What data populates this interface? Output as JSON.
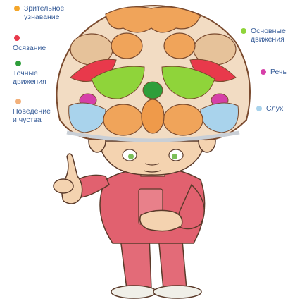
{
  "legend": [
    {
      "id": "visual",
      "line1": "Зрительное",
      "line2": "узнавание",
      "color": "#f4a62a"
    },
    {
      "id": "touch",
      "line1": "Осязание",
      "line2": "",
      "color": "#e8394b"
    },
    {
      "id": "fine",
      "line1": "Точные",
      "line2": "движения",
      "color": "#2e9e3a"
    },
    {
      "id": "behavior",
      "line1": "Поведение",
      "line2": "и чуства",
      "color": "#f2b07a"
    },
    {
      "id": "motor",
      "line1": "Основные",
      "line2": "движения",
      "color": "#8fd43a"
    },
    {
      "id": "speech",
      "line1": "Речь",
      "line2": "",
      "color": "#d63fa8"
    },
    {
      "id": "hearing",
      "line1": "Слух",
      "line2": "",
      "color": "#a9d3ec"
    }
  ],
  "colors": {
    "skin": "#f4d3b0",
    "body": "#e1616f",
    "outline": "#5a3a2a",
    "brain_orange": "#f0a45a",
    "brain_beige": "#e6c29a"
  }
}
